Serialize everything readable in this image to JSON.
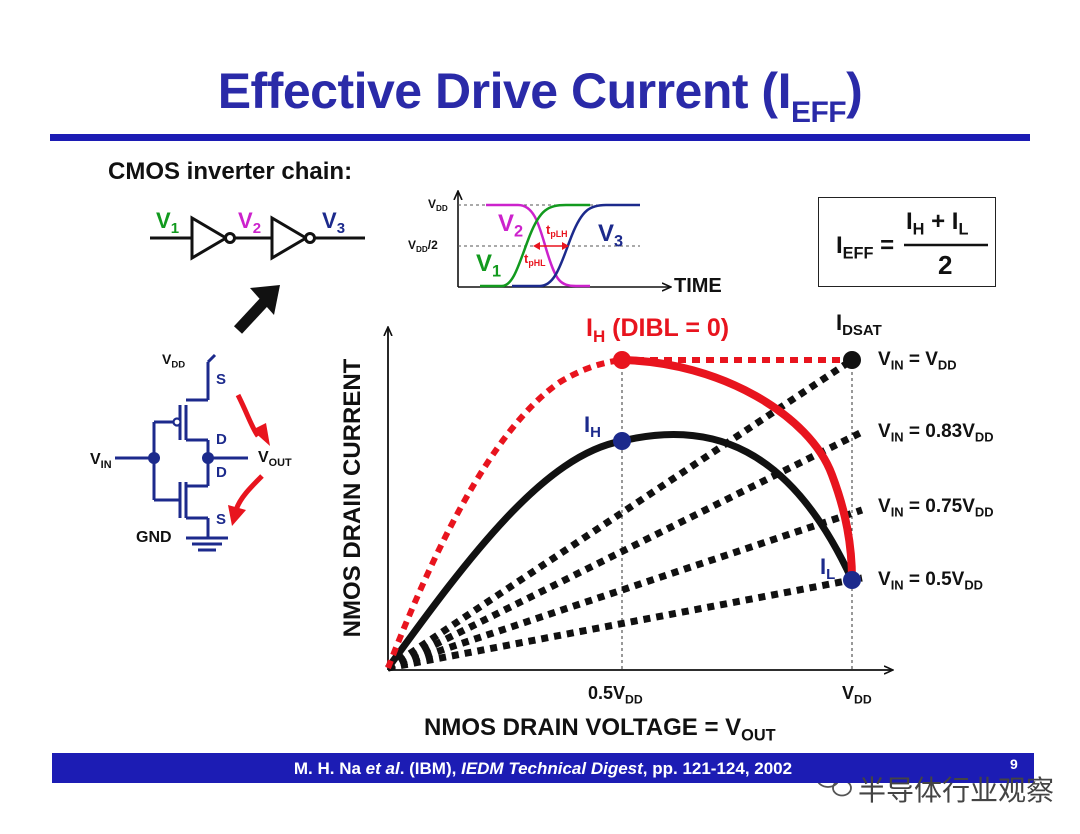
{
  "title": {
    "main": "Effective Drive Current (I",
    "sub": "EFF",
    "close": ")"
  },
  "subtitle": "CMOS inverter chain:",
  "chain": {
    "v1": {
      "main": "V",
      "sub": "1"
    },
    "v2": {
      "main": "V",
      "sub": "2"
    },
    "v3": {
      "main": "V",
      "sub": "3"
    }
  },
  "waveform": {
    "vdd": {
      "main": "V",
      "sub": "DD"
    },
    "vdd_half": {
      "main": "V",
      "sub": "DD",
      "tail": "/2"
    },
    "v1": {
      "main": "V",
      "sub": "1"
    },
    "v2": {
      "main": "V",
      "sub": "2"
    },
    "v3": {
      "main": "V",
      "sub": "3"
    },
    "tplh": {
      "main": "t",
      "sub": "pLH"
    },
    "tphl": {
      "main": "t",
      "sub": "pHL"
    },
    "time_label": "TIME"
  },
  "formula": {
    "lhs": {
      "main": "I",
      "sub": "EFF",
      "tail": " ="
    },
    "numerator": {
      "a": "I",
      "a_sub": "H",
      "plus": " + I",
      "b_sub": "L"
    },
    "denominator": "2"
  },
  "schematic": {
    "vdd": {
      "main": "V",
      "sub": "DD"
    },
    "vin": {
      "main": "V",
      "sub": "IN"
    },
    "vout": {
      "main": "V",
      "sub": "OUT"
    },
    "gnd": "GND",
    "s_top": "S",
    "d_top": "D",
    "d_bottom": "D",
    "s_bottom": "S"
  },
  "plot": {
    "ylabel": "NMOS DRAIN CURRENT",
    "xlabel": {
      "main": "NMOS DRAIN VOLTAGE = V",
      "sub": "OUT"
    },
    "x_ticks": [
      {
        "main": "0.5V",
        "sub": "DD"
      },
      {
        "main": "V",
        "sub": "DD"
      }
    ],
    "ih_dibl": {
      "main": "I",
      "sub": "H",
      "tail": " (DIBL = 0)"
    },
    "idsat": {
      "main": "I",
      "sub": "DSAT"
    },
    "ih": {
      "main": "I",
      "sub": "H"
    },
    "il": {
      "main": "I",
      "sub": "L"
    },
    "load_lines": [
      {
        "pre": "V",
        "sub1": "IN",
        "mid": " = V",
        "sub2": "DD"
      },
      {
        "pre": "V",
        "sub1": "IN",
        "mid": " = 0.83V",
        "sub2": "DD"
      },
      {
        "pre": "V",
        "sub1": "IN",
        "mid": " = 0.75V",
        "sub2": "DD"
      },
      {
        "pre": "V",
        "sub1": "IN",
        "mid": " = 0.5V",
        "sub2": "DD"
      }
    ]
  },
  "footer": {
    "author": "M. H. Na ",
    "etal": "et al",
    "org": ". (IBM), ",
    "journal": "IEDM Technical Digest",
    "pages": ", pp. 121-124, 2002",
    "page_number": "9"
  },
  "watermark": "半导体行业观察",
  "colors": {
    "title_blue": "#2a2aa8",
    "navy": "#1c2a8c",
    "red": "#e8141e",
    "green": "#129a1e",
    "magenta": "#cc22cc",
    "black": "#111111"
  }
}
